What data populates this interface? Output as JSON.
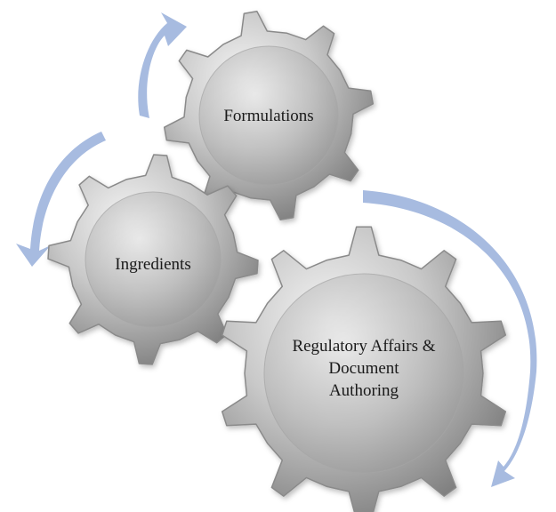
{
  "diagram": {
    "gears": [
      {
        "id": "formulations",
        "label_lines": [
          "Formulations"
        ]
      },
      {
        "id": "ingredients",
        "label_lines": [
          "Ingredients"
        ]
      },
      {
        "id": "regulatory",
        "label_lines": [
          "Regulatory Affairs &",
          "Document",
          "Authoring"
        ]
      }
    ],
    "colors": {
      "arrow": "#a7bbe0",
      "gear_light": "#f2f2f2",
      "gear_mid": "#c4c4c4",
      "gear_dark": "#7d7d7d",
      "gear_edge": "#8a8a8a"
    }
  }
}
